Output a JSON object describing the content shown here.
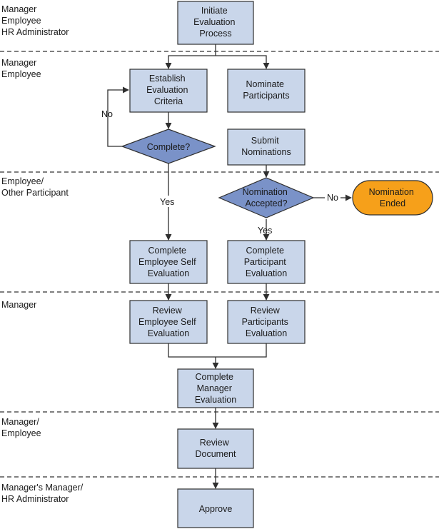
{
  "lanes": [
    {
      "label_lines": [
        "Manager",
        "Employee",
        "HR Administrator"
      ]
    },
    {
      "label_lines": [
        "Manager",
        "Employee"
      ]
    },
    {
      "label_lines": [
        "Employee/",
        "Other Participant"
      ]
    },
    {
      "label_lines": [
        "Manager"
      ]
    },
    {
      "label_lines": [
        "Manager/",
        "Employee"
      ]
    },
    {
      "label_lines": [
        "Manager's Manager/",
        "HR Administrator"
      ]
    }
  ],
  "nodes": {
    "initiate": {
      "lines": [
        "Initiate",
        "Evaluation",
        "Process"
      ]
    },
    "establish": {
      "lines": [
        "Establish",
        "Evaluation",
        "Criteria"
      ]
    },
    "nominate": {
      "lines": [
        "Nominate",
        "Participants"
      ]
    },
    "complete_decision": {
      "lines": [
        "Complete?"
      ]
    },
    "submit": {
      "lines": [
        "Submit",
        "Nominations"
      ]
    },
    "nomination_accepted": {
      "lines": [
        "Nomination",
        "Accepted?"
      ]
    },
    "nomination_ended": {
      "lines": [
        "Nomination",
        "Ended"
      ]
    },
    "self_eval": {
      "lines": [
        "Complete",
        "Employee Self",
        "Evaluation"
      ]
    },
    "participant_eval": {
      "lines": [
        "Complete",
        "Participant",
        "Evaluation"
      ]
    },
    "review_self": {
      "lines": [
        "Review",
        "Employee Self",
        "Evaluation"
      ]
    },
    "review_participants": {
      "lines": [
        "Review",
        "Participants",
        "Evaluation"
      ]
    },
    "manager_eval": {
      "lines": [
        "Complete",
        "Manager",
        "Evaluation"
      ]
    },
    "review_document": {
      "lines": [
        "Review",
        "Document"
      ]
    },
    "approve": {
      "lines": [
        "Approve"
      ]
    }
  },
  "edge_labels": {
    "no_loop": "No",
    "yes_complete": "Yes",
    "no_nomination": "No",
    "yes_nomination": "Yes"
  },
  "colors": {
    "box_fill": "#c9d6ea",
    "diamond_fill": "#7a92c8",
    "terminal_fill": "#f6a01a",
    "stroke": "#2f2f2f"
  }
}
